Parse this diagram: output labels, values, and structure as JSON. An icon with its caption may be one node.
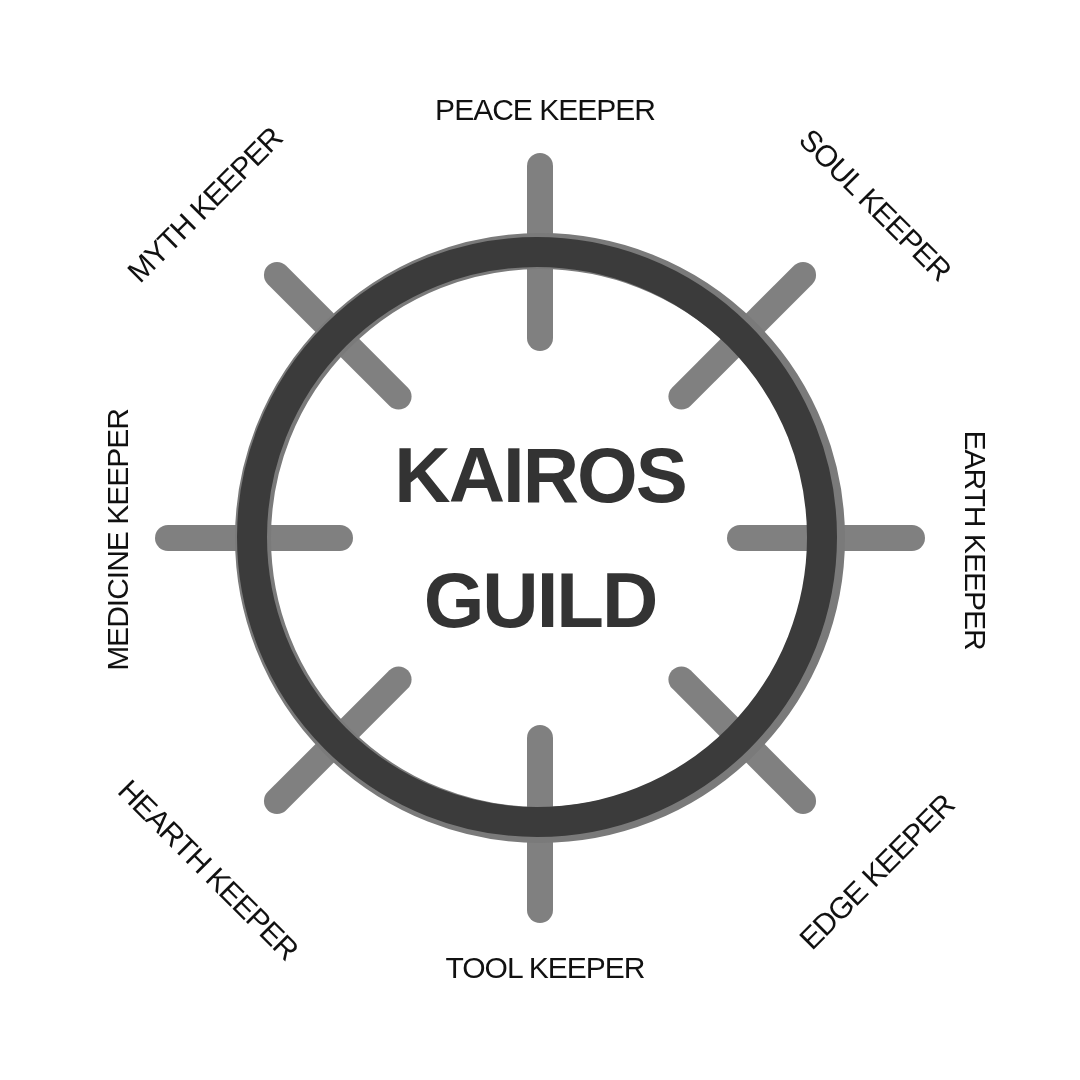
{
  "diagram": {
    "nodes": [
      {
        "text": [
          "KAIROS GUILD"
        ]
      }
    ],
    "labels": [
      "PEACE KEEPER",
      "MYTH KEEPER",
      "SOUL KEEPER",
      "MEDICINE KEEPER",
      "EARTH KEEPER",
      "HEARTH KEEPER",
      "EDGE KEEPER",
      "TOOL KEEPER"
    ]
  }
}
